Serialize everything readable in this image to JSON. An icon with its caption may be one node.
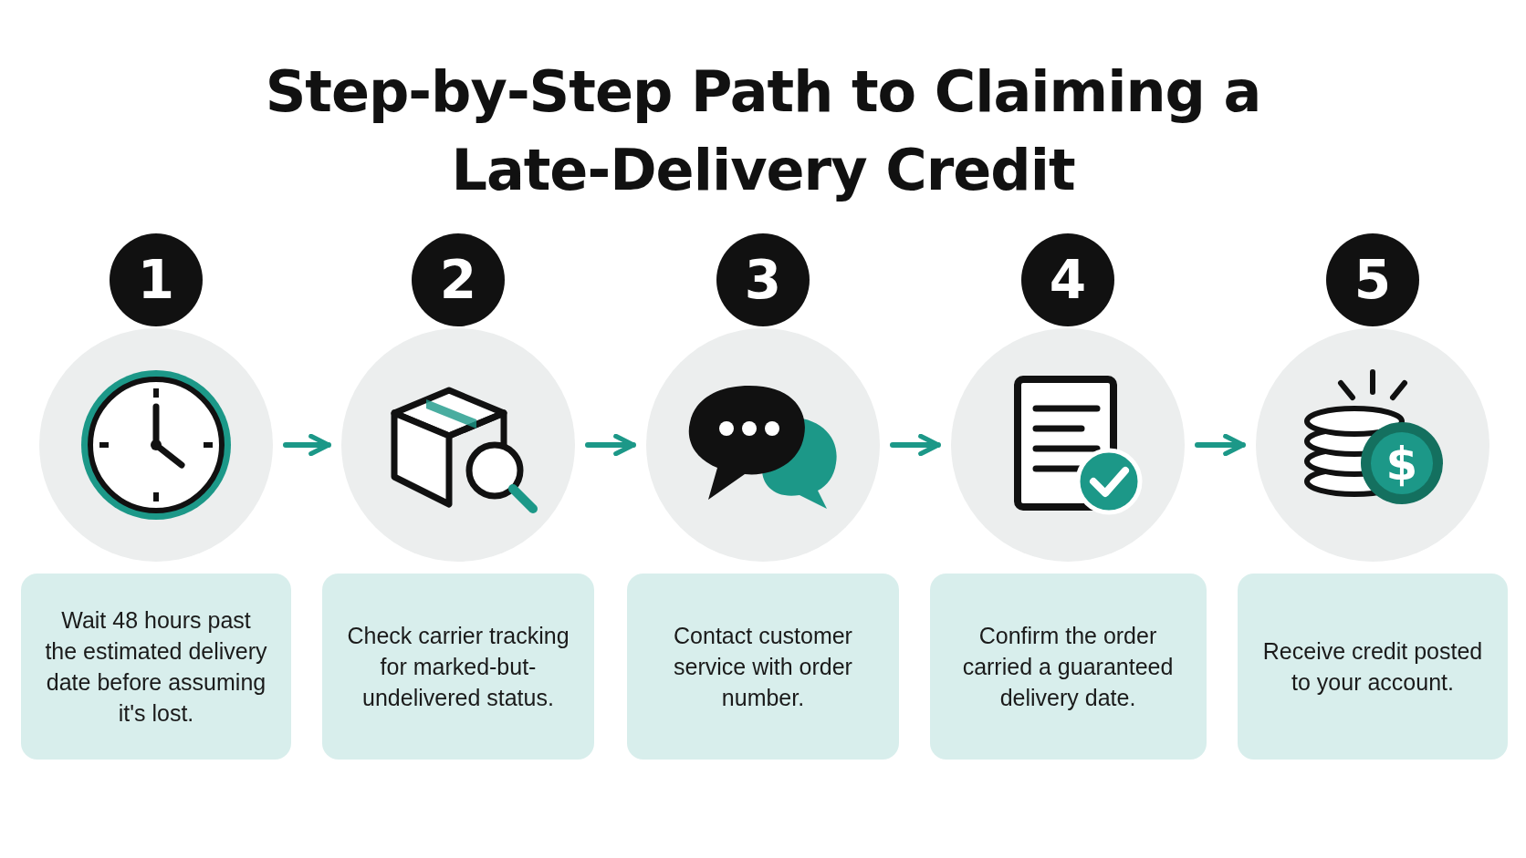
{
  "diagram": {
    "title": "Step-by-Step Path to Claiming a Late-Delivery Credit",
    "nodes": [
      {
        "text": [],
        "shape": "picture",
        "beside": [
          "1"
        ]
      },
      {
        "text": [
          "Wait 48 hours past the estimated delivery date before assuming it's lost."
        ]
      },
      {
        "text": [],
        "shape": "picture",
        "beside": [
          "2"
        ]
      },
      {
        "text": [
          "Check carrier tracking for marked-but-undelivered status."
        ]
      },
      {
        "text": [],
        "shape": "picture",
        "beside": [
          "3"
        ]
      },
      {
        "text": [
          "Contact customer service with order number."
        ]
      },
      {
        "text": [],
        "shape": "picture",
        "beside": [
          "4"
        ]
      },
      {
        "text": [
          "Confirm the order carried a guaranteed delivery date."
        ]
      },
      {
        "text": [],
        "shape": "picture",
        "beside": [
          "5"
        ]
      },
      {
        "text": [
          "Receive credit posted to your account."
        ]
      }
    ],
    "edges": [
      {
        "from": 0,
        "to": 2,
        "arrow": "to"
      },
      {
        "from": 2,
        "to": 4,
        "arrow": "to"
      },
      {
        "from": 4,
        "to": 6,
        "arrow": "to"
      },
      {
        "from": 6,
        "to": 8,
        "arrow": "to"
      }
    ],
    "labels": [
      "$"
    ]
  }
}
